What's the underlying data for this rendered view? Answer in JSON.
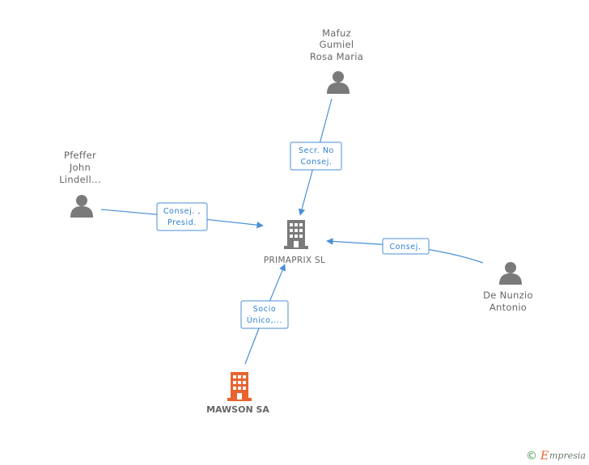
{
  "nodes": {
    "mafuz": {
      "lines": [
        "Mafuz",
        "Gumiel",
        "Rosa Maria"
      ],
      "type": "person"
    },
    "pfeffer": {
      "lines": [
        "Pfeffer",
        "John",
        "Lindell..."
      ],
      "type": "person"
    },
    "denunzio": {
      "lines": [
        "De Nunzio",
        "Antonio"
      ],
      "type": "person"
    },
    "primaprix": {
      "label": "PRIMAPRIX  SL",
      "type": "company",
      "color": "#7a7a7a"
    },
    "mawson": {
      "label": "MAWSON SA",
      "type": "company",
      "color": "#e8632f"
    }
  },
  "edges": {
    "mafuz_primaprix": {
      "lines": [
        "Secr.  No",
        "Consej."
      ]
    },
    "pfeffer_primaprix": {
      "lines": [
        "Consej. ,",
        "Presid."
      ]
    },
    "denunzio_primaprix": {
      "lines": [
        "Consej."
      ]
    },
    "mawson_primaprix": {
      "lines": [
        "Socio",
        "Único,..."
      ]
    }
  },
  "footer": {
    "copyright_symbol": "©",
    "brand_initial": "E",
    "brand_rest": "mpresia"
  },
  "colors": {
    "edge": "#4a8fd6",
    "edge_text": "#2f7fd0",
    "node_text": "#666666",
    "person_icon": "#7a7a7a",
    "focus_company": "#e8632f"
  }
}
